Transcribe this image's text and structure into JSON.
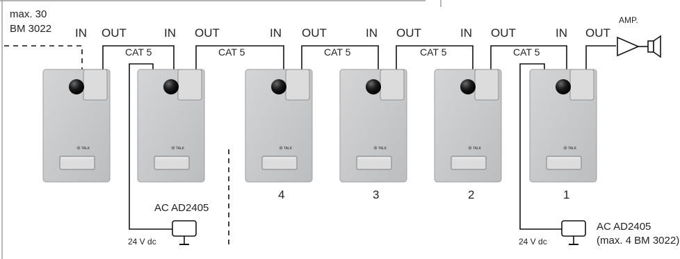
{
  "header": {
    "max_line1": "max. 30",
    "max_line2": "BM 3022"
  },
  "ports": {
    "in": "IN",
    "out": "OUT"
  },
  "cable_label": "CAT 5",
  "amp_label": "AMP.",
  "unit_numbers": [
    "4",
    "3",
    "2",
    "1"
  ],
  "talk_label": "TALK",
  "power_supply_left": {
    "label": "AC AD2405",
    "voltage": "24 V dc"
  },
  "power_supply_right": {
    "label_line1": "AC AD2405",
    "label_line2": "(max. 4 BM 3022)",
    "voltage": "24 V dc"
  },
  "colors": {
    "panel_face": "#c9cacb",
    "panel_edge": "#a7a8aa",
    "line": "#111111"
  }
}
